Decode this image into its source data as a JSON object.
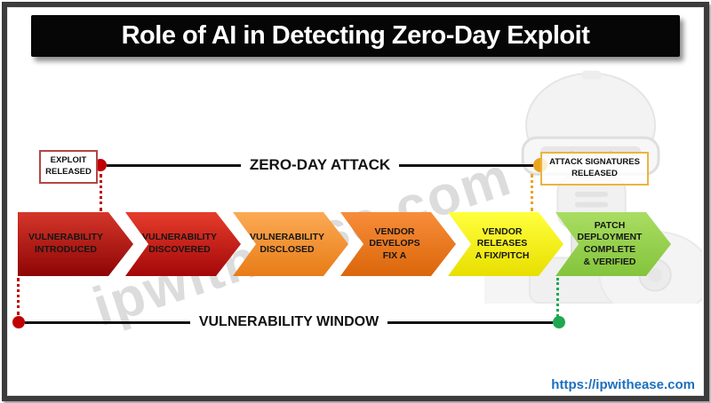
{
  "title": "Role of AI in Detecting Zero-Day Exploit",
  "watermark": "ipwithease.com",
  "footer": {
    "url": "https://ipwithease.com"
  },
  "annotations": {
    "exploit_released": "EXPLOIT RELEASED",
    "zero_day_attack": "ZERO-DAY ATTACK",
    "attack_signatures": "ATTACK SIGNATURES RELEASED",
    "vulnerability_window": "VULNERABILITY WINDOW"
  },
  "steps": [
    {
      "label": "VULNERABILITY\nINTRODUCED",
      "top": "#d4362a",
      "bottom": "#8e0505"
    },
    {
      "label": "VULNERABILITY\nDISCOVERED",
      "top": "#e63c2c",
      "bottom": "#a30808"
    },
    {
      "label": "VULNERABILITY\nDISCLOSED",
      "top": "#fbaa55",
      "bottom": "#e87c16"
    },
    {
      "label": "VENDOR\nDEVELOPS\nFIX A",
      "top": "#f78d3a",
      "bottom": "#db660a"
    },
    {
      "label": "VENDOR\nRELEASES\nA FIX/PITCH",
      "top": "#ffff3d",
      "bottom": "#e8df00"
    },
    {
      "label": "PATCH\nDEPLOYMENT\nCOMPLETE\n& VERIFIED",
      "top": "#a9dd62",
      "bottom": "#84c43c"
    }
  ],
  "colors": {
    "red_dot": "#c00000",
    "amber_dot": "#eaa41e",
    "green_dot": "#1fa751",
    "red_dotted": "#c00000",
    "amber_dotted": "#eaa41e",
    "green_dotted": "#1fa751",
    "exploit_box_border": "#b54545",
    "attack_box_border": "#edb33e",
    "timeline_line": "#111111",
    "url_blue": "#1c6fbf"
  }
}
